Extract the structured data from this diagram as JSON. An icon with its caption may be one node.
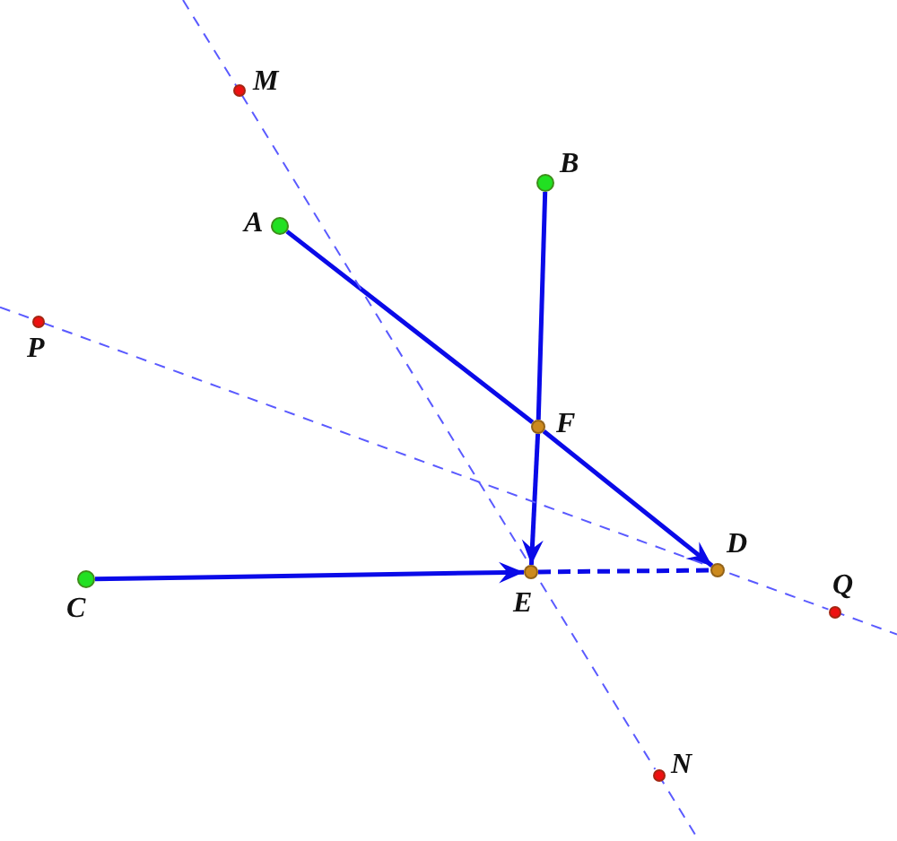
{
  "diagram": {
    "nodes": [
      {
        "text": [
          "M"
        ]
      },
      {
        "text": [
          "B"
        ]
      },
      {
        "text": [
          "A"
        ]
      },
      {
        "text": [
          "P"
        ]
      },
      {
        "text": [
          "F"
        ]
      },
      {
        "text": [
          "C"
        ]
      },
      {
        "text": [
          "E"
        ]
      },
      {
        "text": [
          "D"
        ]
      },
      {
        "text": [
          "Q"
        ]
      },
      {
        "text": [
          "N"
        ]
      }
    ],
    "edges": [
      {
        "from": 1,
        "to": 4,
        "arrow": "none"
      },
      {
        "from": 4,
        "to": 6,
        "arrow": "to"
      },
      {
        "from": 2,
        "to": 4,
        "arrow": "none"
      },
      {
        "from": 4,
        "to": 7,
        "arrow": "to"
      },
      {
        "from": 5,
        "to": 6,
        "arrow": "to"
      },
      {
        "from": 6,
        "to": 7,
        "arrow": "none",
        "style": "dashed"
      },
      {
        "from": 0,
        "to": 9,
        "arrow": "none",
        "style": "dashed",
        "color": "#5a5aff"
      },
      {
        "from": 3,
        "to": 8,
        "arrow": "none",
        "style": "dashed",
        "color": "#5a5aff"
      }
    ]
  }
}
